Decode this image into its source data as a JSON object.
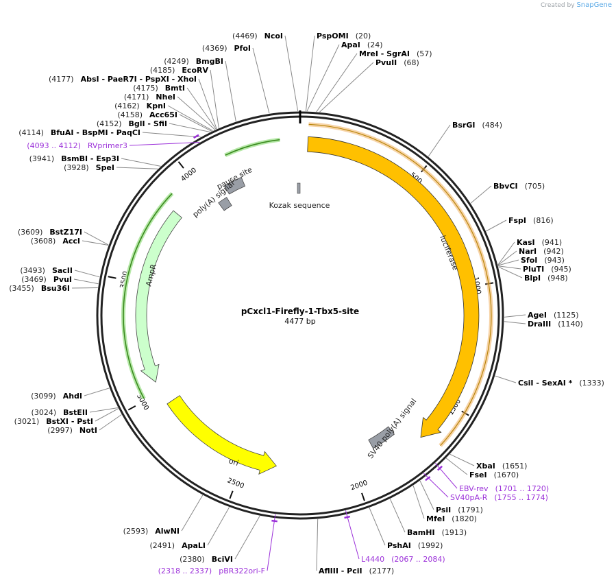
{
  "brand": {
    "created_by": "Created by",
    "name": "SnapGene"
  },
  "plasmid": {
    "name": "pCxcl1-Firefly-1-Tbx5-site",
    "length_label": "4477 bp",
    "length": 4477
  },
  "ticks": [
    "500",
    "1000",
    "1500",
    "2000",
    "2500",
    "3000",
    "3500",
    "4000"
  ],
  "colors": {
    "luciferase": "#ffc000",
    "ampr": "#ccffcc",
    "ori": "#ffff00",
    "signal": "#999ea6",
    "primer": "#9b30d9",
    "backbone": "#222222"
  },
  "features": [
    {
      "id": "luciferase",
      "label": "luciferase",
      "start": 32,
      "end": 1682,
      "strand": 1,
      "color": "#ffc000"
    },
    {
      "id": "sv40",
      "label": "SV40 poly(A) signal",
      "start": 1760,
      "end": 1880,
      "strand": 0,
      "color": "#999ea6"
    },
    {
      "id": "ori",
      "label": "ori",
      "start": 2350,
      "end": 2940,
      "strand": -1,
      "color": "#ffff00"
    },
    {
      "id": "ampr",
      "label": "AmpR",
      "start": 3050,
      "end": 3850,
      "strand": -1,
      "color": "#ccffcc"
    },
    {
      "id": "polya",
      "label": "poly(A) signal",
      "start": 4030,
      "end": 4080,
      "strand": 0,
      "color": "#999ea6"
    },
    {
      "id": "pause",
      "label": "pause site",
      "start": 4100,
      "end": 4190,
      "strand": 0,
      "color": "#999ea6"
    },
    {
      "id": "kozak",
      "label": "Kozak sequence",
      "start": 4472,
      "end": 4477,
      "strand": 0,
      "color": "#999ea6"
    }
  ],
  "sites": [
    {
      "name": "NcoI",
      "pos": "(4469)",
      "bp": 4469
    },
    {
      "name": "PspOMI",
      "pos": "(20)",
      "bp": 20
    },
    {
      "name": "ApaI",
      "pos": "(24)",
      "bp": 24
    },
    {
      "name": "MreI  -  SgrAI",
      "pos": "(57)",
      "bp": 57
    },
    {
      "name": "PvuII",
      "pos": "(68)",
      "bp": 68
    },
    {
      "name": "PfoI",
      "pos": "(4369)",
      "bp": 4369
    },
    {
      "name": "BmgBI",
      "pos": "(4249)",
      "bp": 4249
    },
    {
      "name": "EcoRV",
      "pos": "(4185)",
      "bp": 4185
    },
    {
      "name": "AbsI   -  PaeR7I  -  PspXI  -  XhoI",
      "pos": "(4177)",
      "bp": 4177
    },
    {
      "name": "BmtI",
      "pos": "(4175)",
      "bp": 4175
    },
    {
      "name": "NheI",
      "pos": "(4171)",
      "bp": 4171
    },
    {
      "name": "KpnI",
      "pos": "(4162)",
      "bp": 4162
    },
    {
      "name": "Acc65I",
      "pos": "(4158)",
      "bp": 4158
    },
    {
      "name": "BglI  -  SfiI",
      "pos": "(4152)",
      "bp": 4152
    },
    {
      "name": "BfuAI  -  BspMI  -  PaqCI",
      "pos": "(4114)",
      "bp": 4114
    },
    {
      "name": "BsmBI  -  Esp3I",
      "pos": "(3941)",
      "bp": 3941
    },
    {
      "name": "SpeI",
      "pos": "(3928)",
      "bp": 3928
    },
    {
      "name": "BstZ17I",
      "pos": "(3609)",
      "bp": 3609
    },
    {
      "name": "AccI",
      "pos": "(3608)",
      "bp": 3608
    },
    {
      "name": "SacII",
      "pos": "(3493)",
      "bp": 3493
    },
    {
      "name": "PvuI",
      "pos": "(3469)",
      "bp": 3469
    },
    {
      "name": "Bsu36I",
      "pos": "(3455)",
      "bp": 3455
    },
    {
      "name": "AhdI",
      "pos": "(3099)",
      "bp": 3099
    },
    {
      "name": "BstEII",
      "pos": "(3024)",
      "bp": 3024
    },
    {
      "name": "BstXI  -  PstI",
      "pos": "(3021)",
      "bp": 3021
    },
    {
      "name": "NotI",
      "pos": "(2997)",
      "bp": 2997
    },
    {
      "name": "AlwNI",
      "pos": "(2593)",
      "bp": 2593
    },
    {
      "name": "ApaLI",
      "pos": "(2491)",
      "bp": 2491
    },
    {
      "name": "BciVI",
      "pos": "(2380)",
      "bp": 2380
    },
    {
      "name": "AflIII  -  PciI",
      "pos": "(2177)",
      "bp": 2177
    },
    {
      "name": "PshAI",
      "pos": "(1992)",
      "bp": 1992
    },
    {
      "name": "BamHI",
      "pos": "(1913)",
      "bp": 1913
    },
    {
      "name": "MfeI",
      "pos": "(1820)",
      "bp": 1820
    },
    {
      "name": "PsiI",
      "pos": "(1791)",
      "bp": 1791
    },
    {
      "name": "FseI",
      "pos": "(1670)",
      "bp": 1670
    },
    {
      "name": "XbaI",
      "pos": "(1651)",
      "bp": 1651
    },
    {
      "name": "CsiI  -  SexAI *",
      "pos": "(1333)",
      "bp": 1333
    },
    {
      "name": "DraIII",
      "pos": "(1140)",
      "bp": 1140
    },
    {
      "name": "AgeI",
      "pos": "(1125)",
      "bp": 1125
    },
    {
      "name": "BlpI",
      "pos": "(948)",
      "bp": 948
    },
    {
      "name": "PluTI",
      "pos": "(945)",
      "bp": 945
    },
    {
      "name": "SfoI",
      "pos": "(943)",
      "bp": 943
    },
    {
      "name": "NarI",
      "pos": "(942)",
      "bp": 942
    },
    {
      "name": "KasI",
      "pos": "(941)",
      "bp": 941
    },
    {
      "name": "FspI",
      "pos": "(816)",
      "bp": 816
    },
    {
      "name": "BbvCI",
      "pos": "(705)",
      "bp": 705
    },
    {
      "name": "BsrGI",
      "pos": "(484)",
      "bp": 484
    }
  ],
  "primers": [
    {
      "name": "RVprimer3",
      "range": "(4093 .. 4112)",
      "bp": 4102
    },
    {
      "name": "EBV-rev",
      "range": "(1701 .. 1720)",
      "bp": 1710
    },
    {
      "name": "SV40pA-R",
      "range": "(1755 .. 1774)",
      "bp": 1765
    },
    {
      "name": "L4440",
      "range": "(2067 .. 2084)",
      "bp": 2075
    },
    {
      "name": "pBR322ori-F",
      "range": "(2318 .. 2337)",
      "bp": 2327
    }
  ]
}
